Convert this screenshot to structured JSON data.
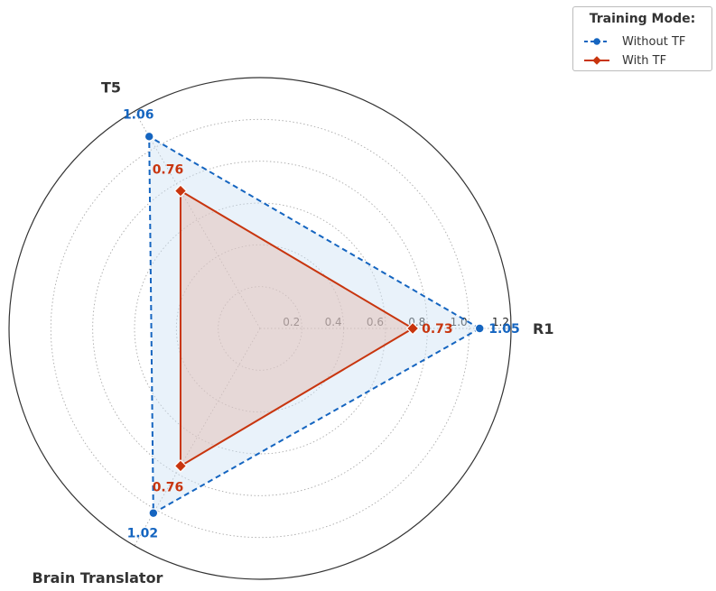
{
  "chart_data": {
    "type": "radar",
    "axes": [
      "R1",
      "T5",
      "Brain Translator"
    ],
    "radial_ticks": [
      "0.2",
      "0.4",
      "0.6",
      "0.8",
      "1.0",
      "1.2"
    ],
    "radial_range": [
      0,
      1.2
    ],
    "grid": true,
    "series": [
      {
        "name": "Without TF",
        "values": [
          1.05,
          1.06,
          1.02
        ],
        "labels": [
          "1.05",
          "1.06",
          "1.02"
        ],
        "color": "#1565c0",
        "fill": "#cfe3f4",
        "marker": "circle",
        "line_style": "dashed"
      },
      {
        "name": "With TF",
        "values": [
          0.73,
          0.76,
          0.76
        ],
        "labels": [
          "0.73",
          "0.76",
          "0.76"
        ],
        "color": "#c8350e",
        "fill": "#e3b8ad",
        "marker": "diamond",
        "line_style": "solid"
      }
    ],
    "legend": {
      "title": "Training Mode:",
      "position": "top-right"
    }
  }
}
